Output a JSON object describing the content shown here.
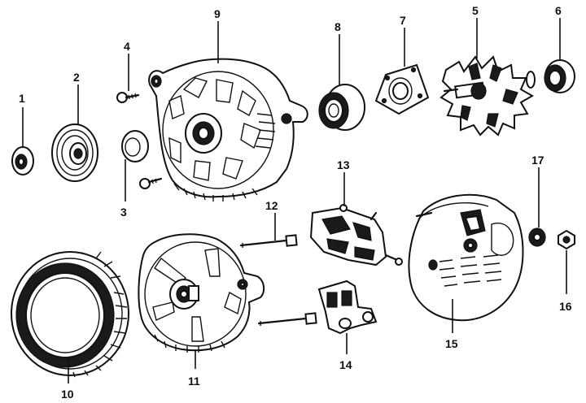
{
  "labels": {
    "p1": "1",
    "p2": "2",
    "p3": "3",
    "p4": "4",
    "p5": "5",
    "p6": "6",
    "p7": "7",
    "p8": "8",
    "p9": "9",
    "p10": "10",
    "p11": "11",
    "p12": "12",
    "p13": "13",
    "p14": "14",
    "p15": "15",
    "p16": "16",
    "p17": "17"
  }
}
